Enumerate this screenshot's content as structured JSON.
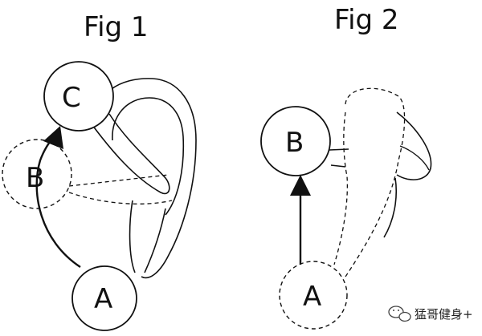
{
  "figures": [
    {
      "title": "Fig 1",
      "nodes": {
        "a": "A",
        "b": "B",
        "c": "C"
      }
    },
    {
      "title": "Fig 2",
      "nodes": {
        "a": "A",
        "b": "B"
      }
    }
  ],
  "watermark": {
    "text": "猛哥健身+"
  },
  "colors": {
    "stroke": "#111111",
    "background": "#ffffff"
  }
}
